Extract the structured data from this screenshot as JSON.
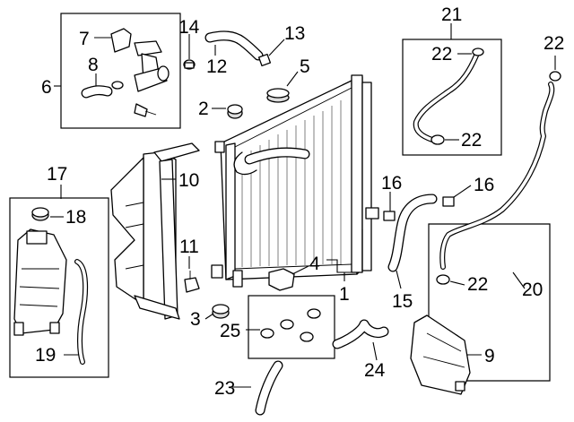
{
  "callouts": {
    "c1": "1",
    "c2": "2",
    "c3": "3",
    "c4": "4",
    "c5": "5",
    "c6": "6",
    "c7": "7",
    "c8": "8",
    "c9": "9",
    "c10": "10",
    "c11": "11",
    "c12": "12",
    "c13": "13",
    "c14": "14",
    "c15": "15",
    "c16a": "16",
    "c16b": "16",
    "c17": "17",
    "c18": "18",
    "c19": "19",
    "c20": "20",
    "c21": "21",
    "c22a": "22",
    "c22b": "22",
    "c22c": "22",
    "c22d": "22",
    "c23": "23",
    "c24": "24",
    "c25": "25"
  }
}
